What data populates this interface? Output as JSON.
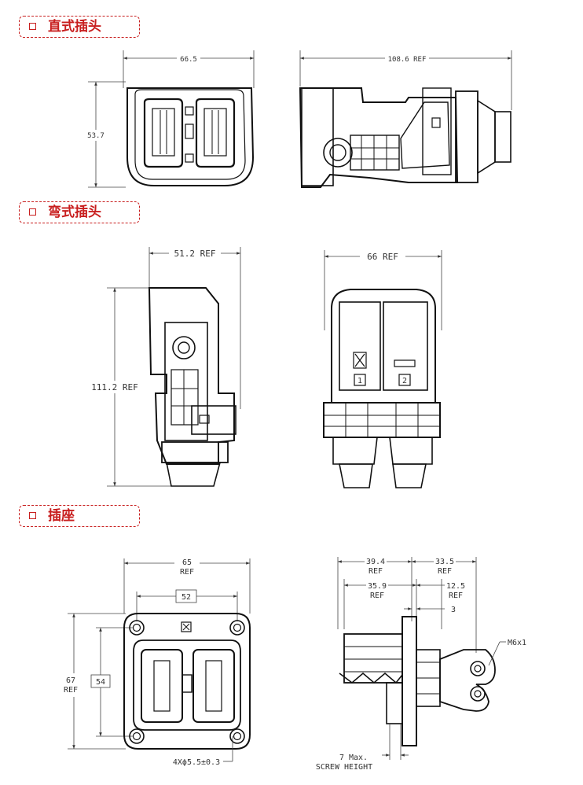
{
  "sections": [
    {
      "label": "直式插头"
    },
    {
      "label": "弯式插头"
    },
    {
      "label": "插座"
    }
  ],
  "dims": {
    "s1_width": "66.5",
    "s1_height": "53.7",
    "s1_length": "108.6 REF",
    "s2_width": "51.2 REF",
    "s2_height": "111.2 REF",
    "s2_width2": "66 REF",
    "s3_width_top": "65",
    "s3_width_top_ref": "REF",
    "s3_inner_width": "52",
    "s3_height": "67",
    "s3_height_ref": "REF",
    "s3_inner_height": "54",
    "s3_holes": "4Xϕ5.5±0.3",
    "s3_d1": "39.4",
    "s3_d1_ref": "REF",
    "s3_d2": "33.5",
    "s3_d2_ref": "REF",
    "s3_d3": "35.9",
    "s3_d3_ref": "REF",
    "s3_d4": "12.5",
    "s3_d4_ref": "REF",
    "s3_d5": "3",
    "s3_thread": "M6x1",
    "s3_screw1": "7 Max.",
    "s3_screw2": "SCREW HEIGHT"
  },
  "pin_labels": {
    "one": "1",
    "two": "2"
  },
  "colors": {
    "accent": "#c81e1e",
    "line": "#111111"
  }
}
